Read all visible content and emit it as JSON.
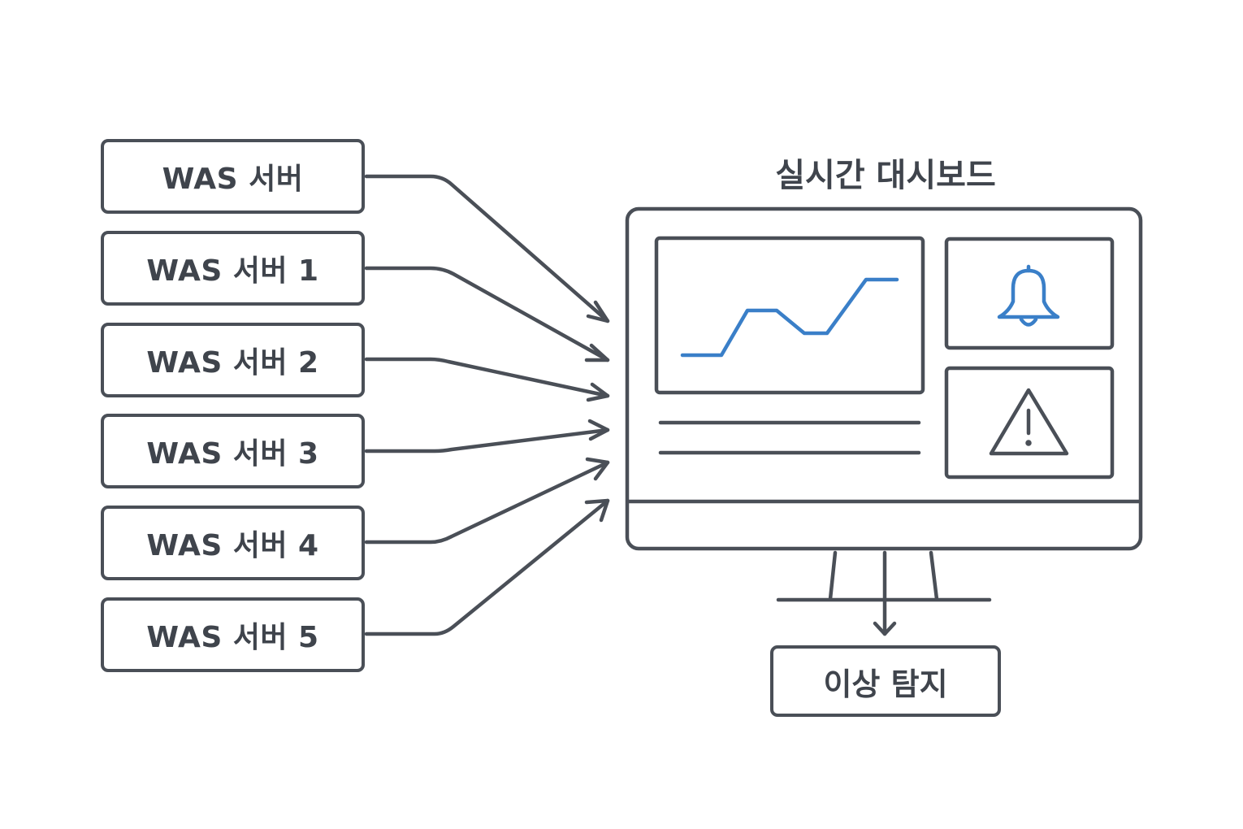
{
  "servers": [
    {
      "label": "WAS 서버"
    },
    {
      "label": "WAS 서버 1"
    },
    {
      "label": "WAS 서버 2"
    },
    {
      "label": "WAS 서버 3"
    },
    {
      "label": "WAS 서버 4"
    },
    {
      "label": "WAS 서버 5"
    }
  ],
  "dashboard": {
    "title": "실시간 대시보드"
  },
  "anomaly": {
    "label": "이상 탐지"
  },
  "icons": {
    "alert": "bell-icon",
    "warning": "warning-icon"
  },
  "colors": {
    "stroke": "#4a4f57",
    "accent": "#3a7fc8",
    "text": "#3f444c"
  }
}
